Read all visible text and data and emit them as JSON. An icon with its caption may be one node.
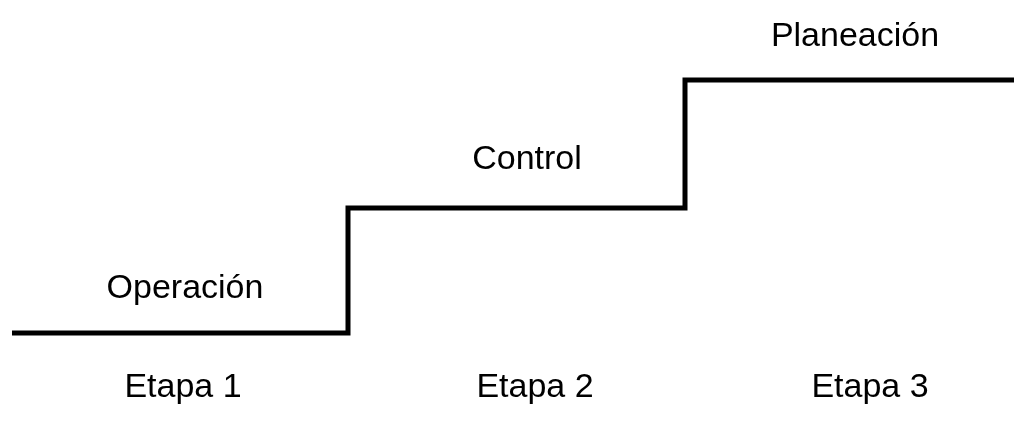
{
  "diagram": {
    "labels": [
      "Planeación",
      "Control",
      "Operación",
      "Etapa 1",
      "Etapa 2",
      "Etapa 3"
    ]
  }
}
